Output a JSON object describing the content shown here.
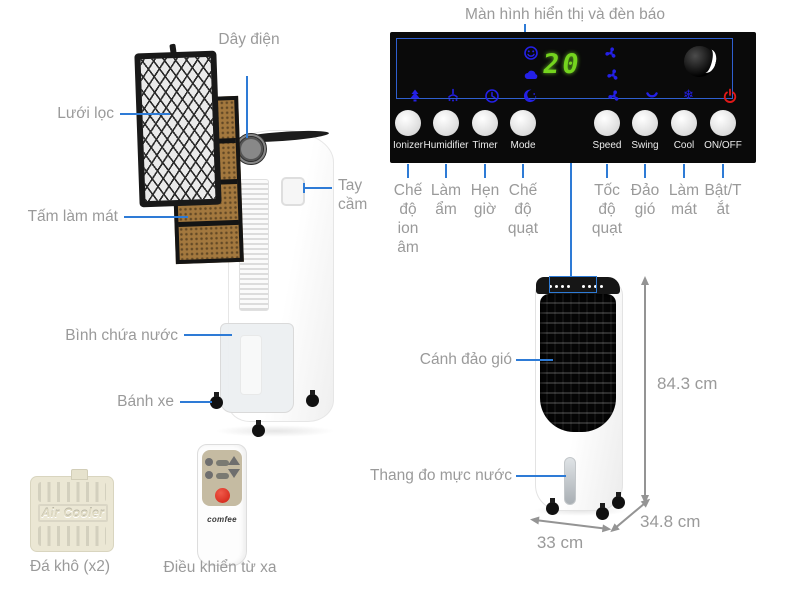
{
  "header": {
    "title": "Màn hình hiển thị và đèn báo"
  },
  "panel": {
    "display_value": "20",
    "buttons": [
      {
        "label": "Ionizer",
        "desc": "Chế độ ion âm"
      },
      {
        "label": "Humidifier",
        "desc": "Làm ẩm"
      },
      {
        "label": "Timer",
        "desc": "Hẹn giờ"
      },
      {
        "label": "Mode",
        "desc": "Chế độ quạt"
      },
      {
        "label": "Speed",
        "desc": "Tốc độ quạt"
      },
      {
        "label": "Swing",
        "desc": "Đảo gió"
      },
      {
        "label": "Cool",
        "desc": "Làm mát"
      },
      {
        "label": "ON/OFF",
        "desc": "Bật/Tắt"
      }
    ],
    "indicator_icons": [
      "smiley-icon",
      "humidify-cloud-icon",
      "fan-speed-high-icon",
      "fan-speed-mid-icon",
      "ionizer-icon",
      "humidifier-icon",
      "timer-icon",
      "night-mode-icon",
      "fan-icon",
      "swing-icon",
      "snowflake-icon",
      "power-icon",
      "knob"
    ]
  },
  "parts": {
    "power_cord": "Dây điện",
    "filter": "Lưới lọc",
    "cooling_pad": "Tấm làm mát",
    "handle": "Tay cầm",
    "water_tank": "Bình chứa nước",
    "wheels": "Bánh xe",
    "swing_louver": "Cánh đảo gió",
    "water_level_gauge": "Thang đo mực nước"
  },
  "accessories": {
    "ice_pack_label": "Đá khô (x2)",
    "ice_pack_emboss": "Air Cooler",
    "remote_label": "Điều khiển từ xa",
    "remote_brand": "comfee"
  },
  "dimensions": {
    "height": "84.3 cm",
    "width": "33 cm",
    "depth": "34.8 cm"
  },
  "colors": {
    "callout_blue": "#2e7bd6",
    "label_gray": "#9a9a9a",
    "panel_black": "#0a0a0a",
    "display_green": "#74d41e",
    "icon_blue": "#2420e6",
    "power_red": "#e01818",
    "pad_brown": "#a3783e",
    "ice_cream": "#ebe7d4"
  }
}
